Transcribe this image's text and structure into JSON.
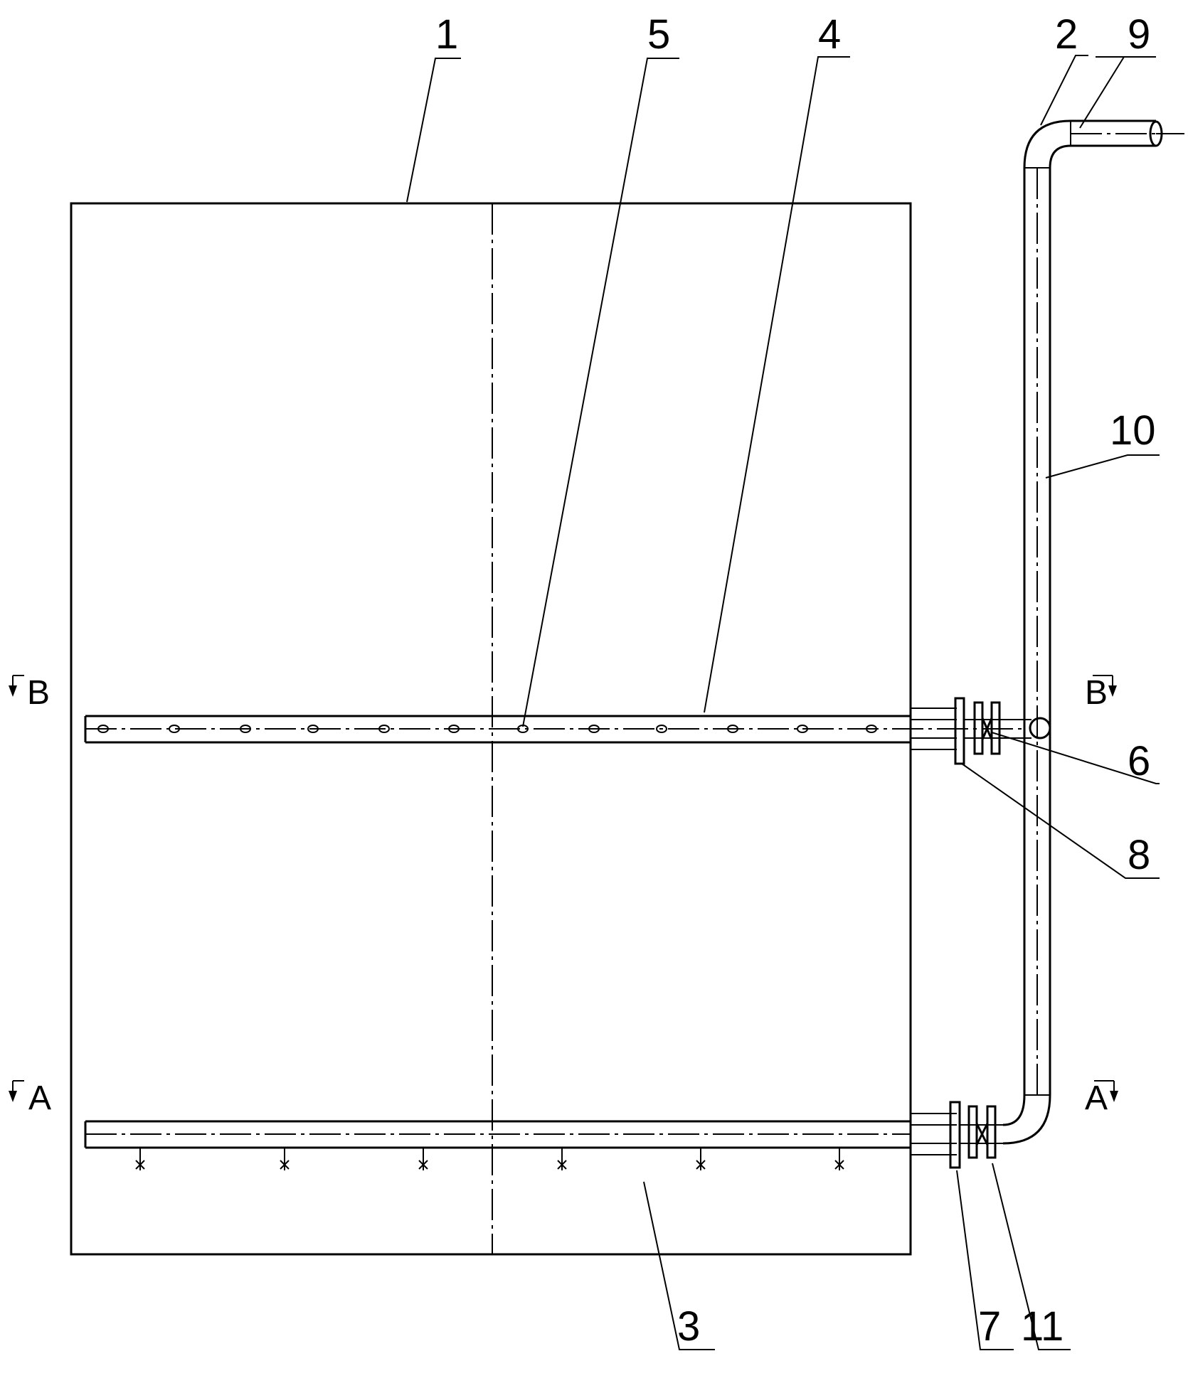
{
  "labels": {
    "l1": "1",
    "l2": "2",
    "l3": "3",
    "l4": "4",
    "l5": "5",
    "l6": "6",
    "l7": "7",
    "l8": "8",
    "l9": "9",
    "l10": "10",
    "l11": "11"
  },
  "sections": {
    "b_left": "B",
    "b_right": "B",
    "a_left": "A",
    "a_right": "A"
  }
}
